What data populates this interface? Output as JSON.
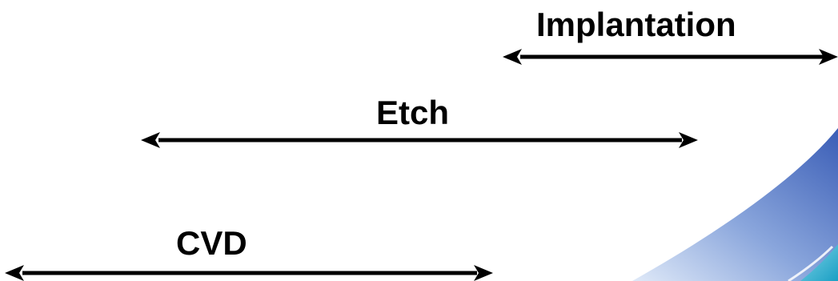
{
  "diagram": {
    "ranges": [
      {
        "label": "Implantation",
        "key": "implantation"
      },
      {
        "label": "Etch",
        "key": "etch"
      },
      {
        "label": "CVD",
        "key": "cvd"
      }
    ]
  },
  "colors": {
    "arrow": "#000000",
    "swoosh_light": "#cfe0f5",
    "swoosh_mid": "#7f9fd8",
    "swoosh_dark": "#3f63b8",
    "swoosh_accent": "#1aa7c9"
  }
}
